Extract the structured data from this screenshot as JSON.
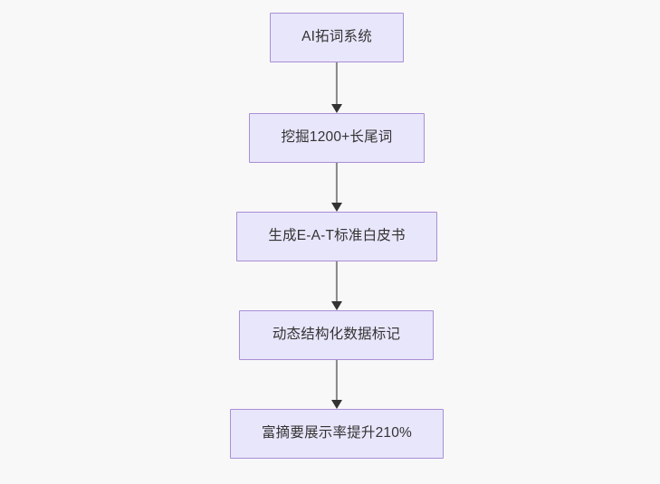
{
  "diagram": {
    "type": "flowchart",
    "orientation": "top-to-bottom",
    "background_color": "#f8f8f8",
    "node_fill_color": "#e8e6fb",
    "node_border_color": "#a98ed6",
    "node_text_color": "#333333",
    "edge_line_color": "#888888",
    "edge_arrowhead_color": "#333333",
    "nodes": [
      {
        "id": "node-1",
        "label": "AI拓词系统"
      },
      {
        "id": "node-2",
        "label": "挖掘1200+长尾词"
      },
      {
        "id": "node-3",
        "label": "生成E-A-T标准白皮书"
      },
      {
        "id": "node-4",
        "label": "动态结构化数据标记"
      },
      {
        "id": "node-5",
        "label": "富摘要展示率提升210%"
      }
    ],
    "edges": [
      {
        "id": "edge-1",
        "from": "node-1",
        "to": "node-2",
        "label": ""
      },
      {
        "id": "edge-2",
        "from": "node-2",
        "to": "node-3",
        "label": ""
      },
      {
        "id": "edge-3",
        "from": "node-3",
        "to": "node-4",
        "label": ""
      },
      {
        "id": "edge-4",
        "from": "node-4",
        "to": "node-5",
        "label": ""
      }
    ]
  }
}
